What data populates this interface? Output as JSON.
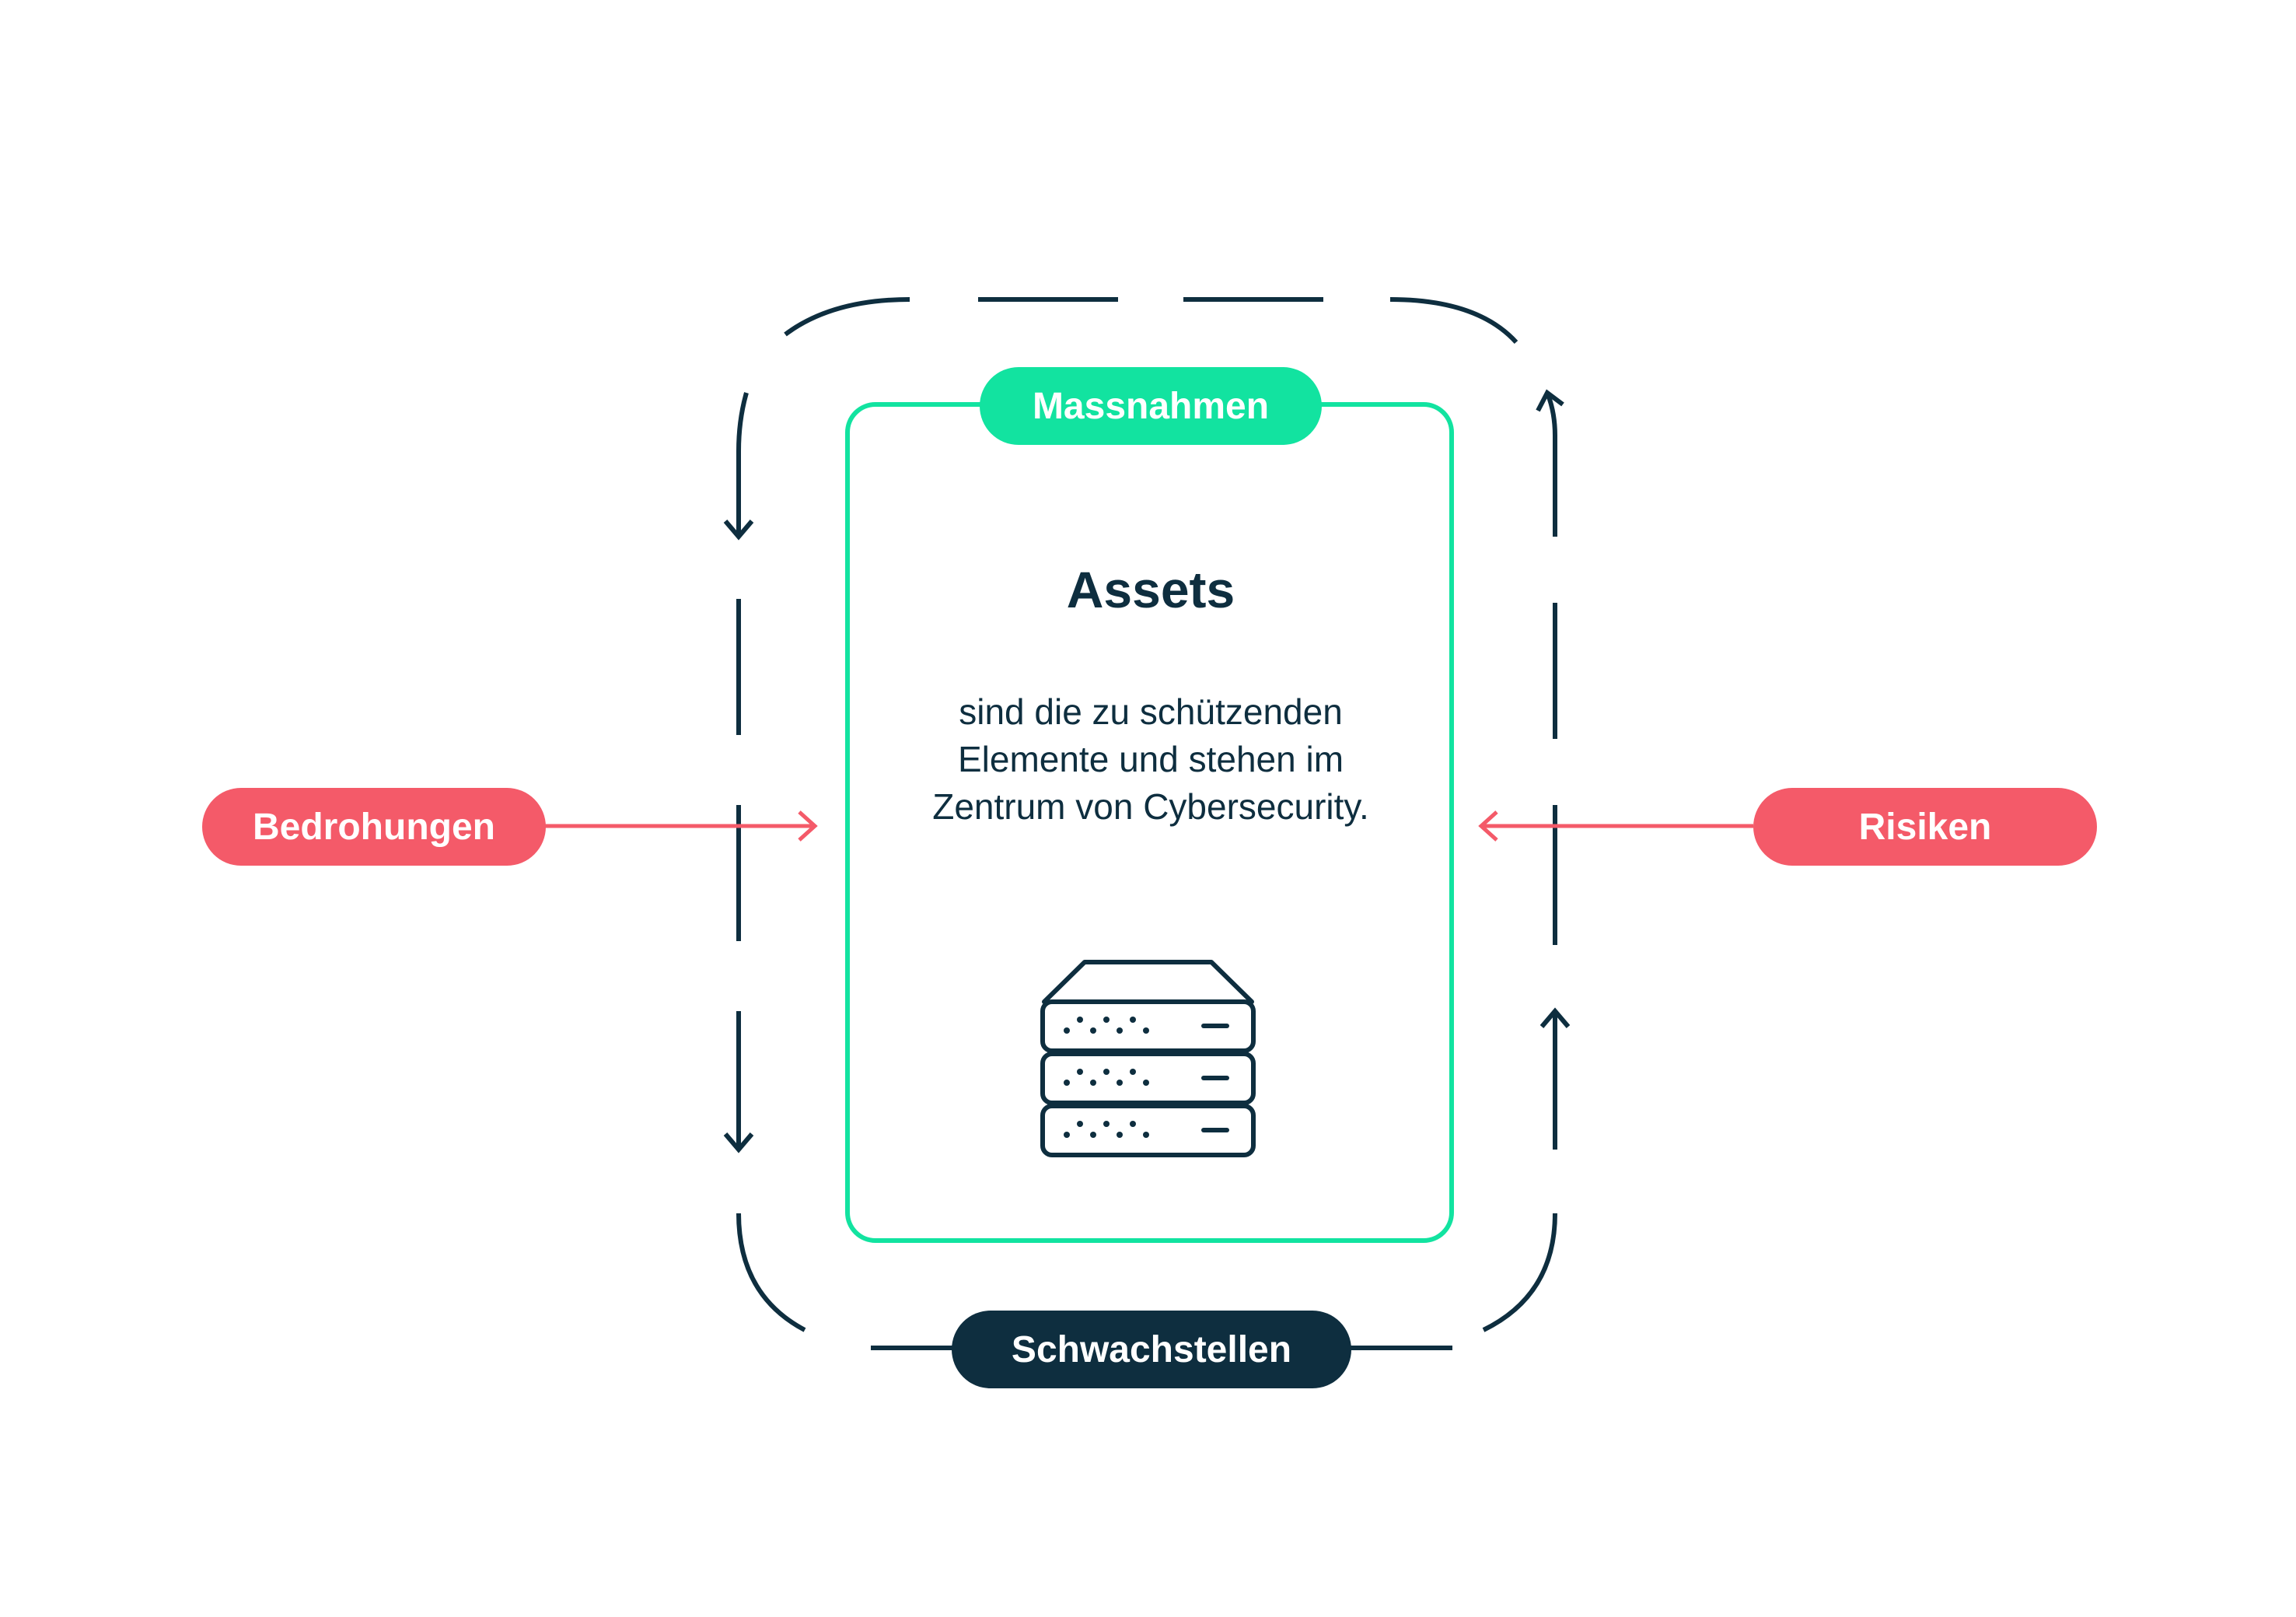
{
  "colors": {
    "dark": "#0e2e3f",
    "green": "#12e3a0",
    "red": "#f45a69",
    "background": "#ffffff"
  },
  "labels": {
    "massnahmen": "Massnahmen",
    "schwachstellen": "Schwachstellen",
    "bedrohungen": "Bedrohungen",
    "risiken": "Risiken"
  },
  "assets": {
    "title": "Assets",
    "description": "sind die zu schützenden Elemente und stehen im Zentrum von Cybersecurity."
  },
  "icons": {
    "center": "server-stack-icon",
    "left_cycle": "arrow-down-icon",
    "right_cycle": "arrow-up-icon",
    "threat_arrow": "arrow-right-icon",
    "risk_arrow": "arrow-left-icon"
  }
}
